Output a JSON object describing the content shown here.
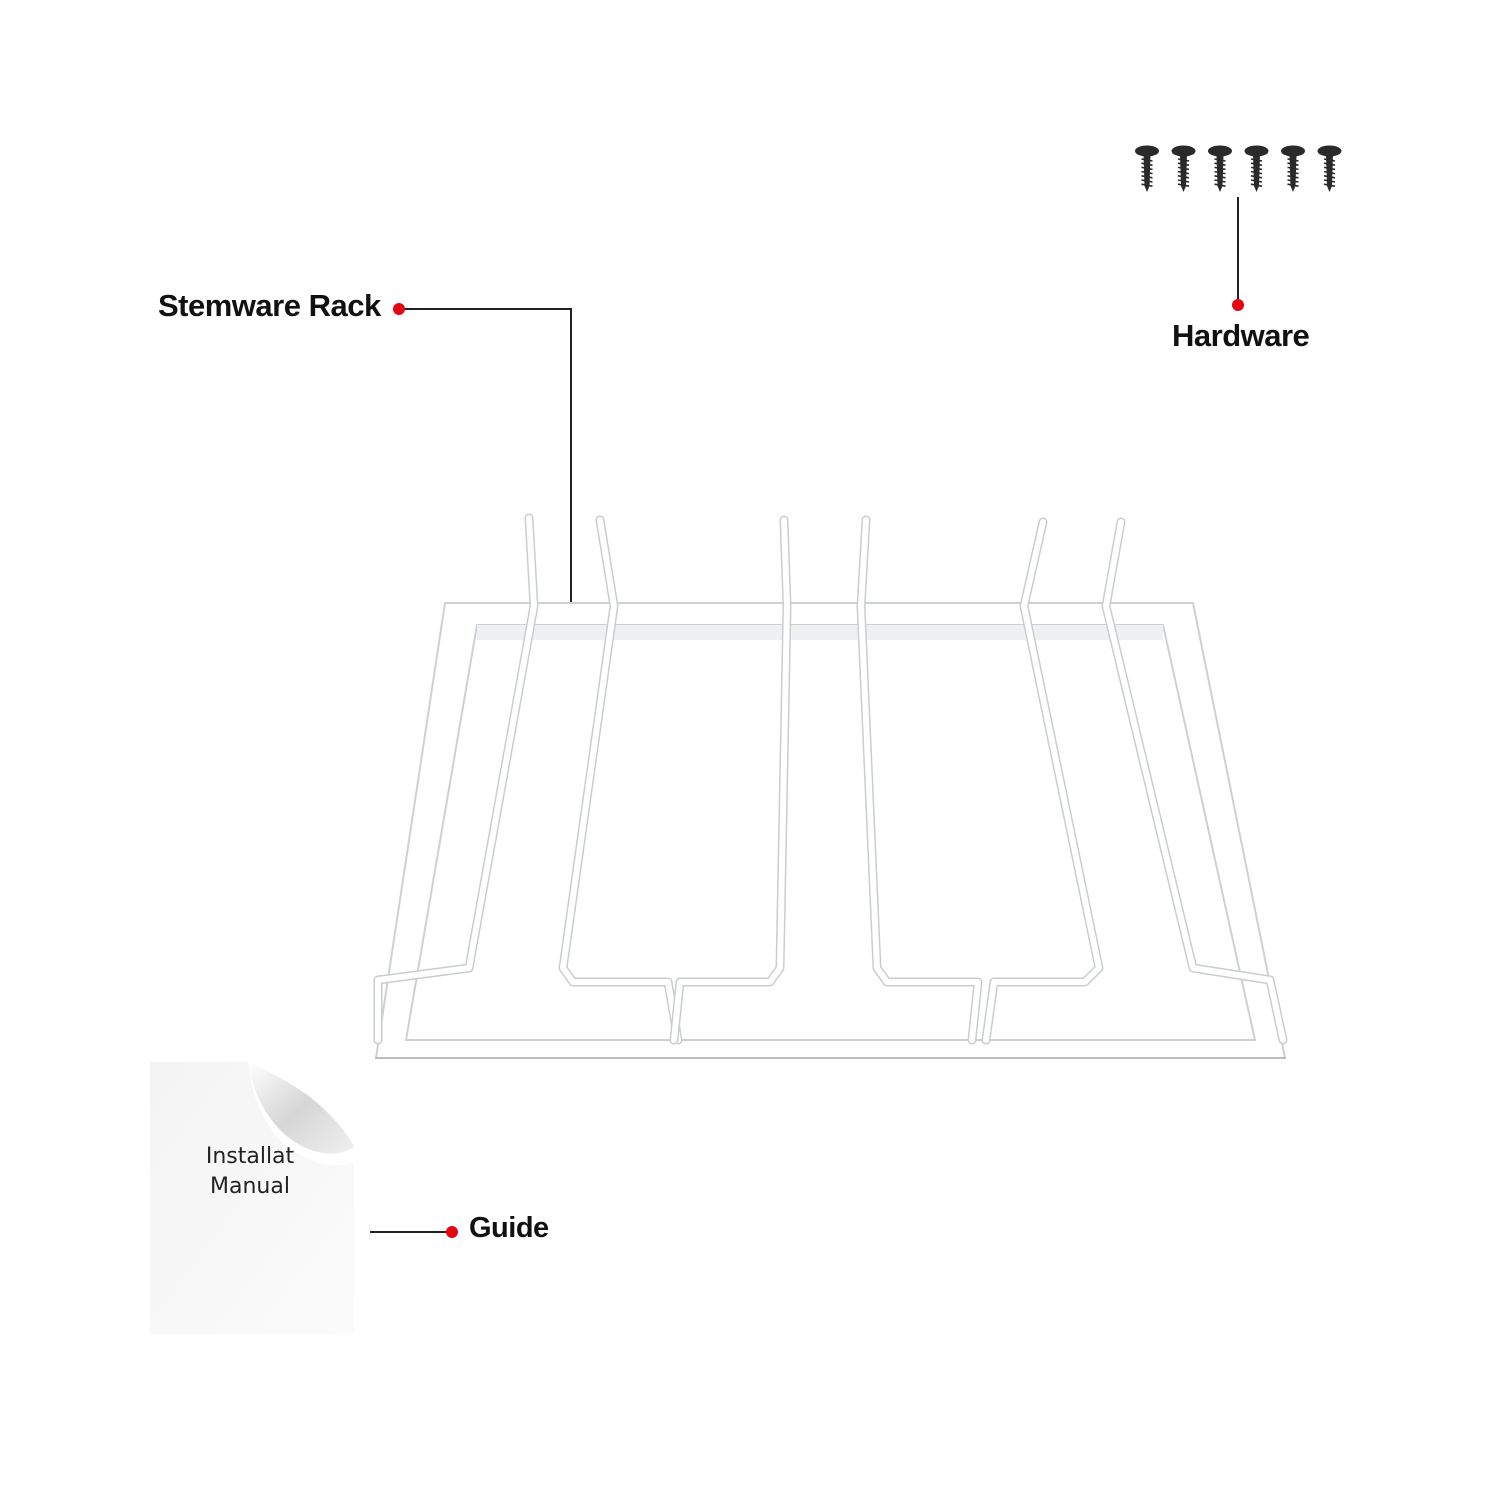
{
  "labels": {
    "stemware_rack": "Stemware Rack",
    "hardware": "Hardware",
    "guide": "Guide"
  },
  "manual": {
    "line1": "Installat",
    "line2": "Manual"
  },
  "colors": {
    "dot": "#e30613",
    "line": "#222222",
    "rack": "#ffffff",
    "rack_edge": "#cfd3d8",
    "screw": "#2a2a2a"
  },
  "hardware": {
    "screw_count": 6
  }
}
